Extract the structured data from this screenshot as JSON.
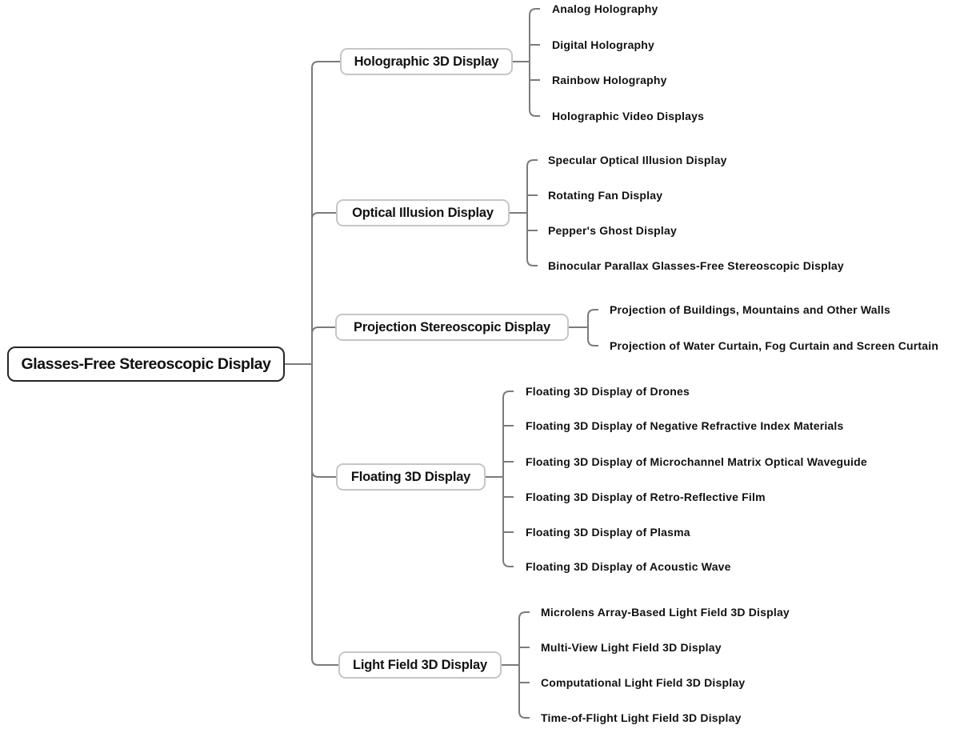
{
  "diagram": {
    "title": "Glasses-Free Stereoscopic Display taxonomy tree",
    "root": {
      "label": "Glasses-Free Stereoscopic Display"
    },
    "branches": [
      {
        "label": "Holographic 3D Display",
        "children": [
          "Analog Holography",
          "Digital Holography",
          "Rainbow Holography",
          "Holographic Video Displays"
        ]
      },
      {
        "label": "Optical Illusion Display",
        "children": [
          "Specular Optical Illusion Display",
          "Rotating Fan Display",
          "Pepper's Ghost Display",
          "Binocular Parallax Glasses-Free Stereoscopic Display"
        ]
      },
      {
        "label": "Projection Stereoscopic Display",
        "children": [
          "Projection of Buildings, Mountains and Other Walls",
          "Projection of Water Curtain, Fog Curtain and Screen Curtain"
        ]
      },
      {
        "label": "Floating 3D Display",
        "children": [
          "Floating 3D Display of Drones",
          "Floating 3D Display of Negative Refractive Index Materials",
          "Floating 3D Display of Microchannel Matrix Optical Waveguide",
          "Floating 3D Display of Retro-Reflective Film",
          "Floating 3D Display of Plasma",
          "Floating 3D Display of Acoustic Wave"
        ]
      },
      {
        "label": "Light Field 3D Display",
        "children": [
          "Microlens Array-Based Light Field 3D Display",
          "Multi-View Light Field 3D Display",
          "Computational Light Field 3D Display",
          "Time-of-Flight Light Field 3D Display"
        ]
      }
    ],
    "colors": {
      "line": "#7b7b7b",
      "branch_border": "#c6c6c6",
      "root_border": "#262626",
      "text": "#111111",
      "background": "#ffffff"
    }
  }
}
